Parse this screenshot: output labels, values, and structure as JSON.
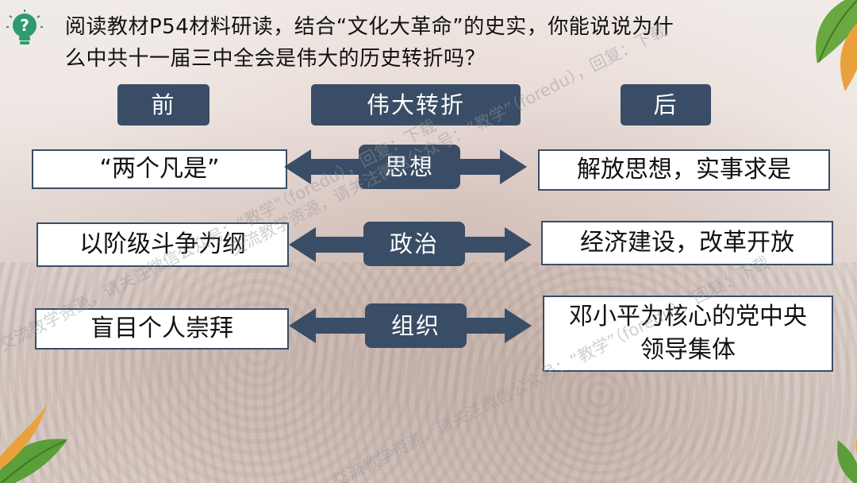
{
  "question": {
    "line1": "阅读教材P54材料研读，结合“文化大革命”的史实，你能说说为什",
    "line2": "么中共十一届三中全会是伟大的历史转折吗？"
  },
  "headers": {
    "before": "前",
    "turning_point": "伟大转折",
    "after": "后"
  },
  "rows": [
    {
      "before": "“两个凡是”",
      "aspect": "思想",
      "after": "解放思想，实事求是"
    },
    {
      "before": "以阶级斗争为纲",
      "aspect": "政治",
      "after": "经济建设，改革开放"
    },
    {
      "before": "盲目个人崇拜",
      "aspect": "组织",
      "after": "邓小平为核心的党中央领导集体"
    }
  ],
  "watermarks": [
    "交流教学资源，请关注微信公众号：“教学”（foredu），回复：下载",
    "交流教学资源，请关注微信公众号：“教学”（foredu），回复：下载",
    "交流教学资源，请关注微信公众号：“教学”（foredu），回复：下载"
  ],
  "colors": {
    "accent": "#3a4d66",
    "bulb": "#2f9a6e",
    "leaf": "#5b9e3a"
  },
  "icons": {
    "bulb": "lightbulb-question-icon"
  }
}
